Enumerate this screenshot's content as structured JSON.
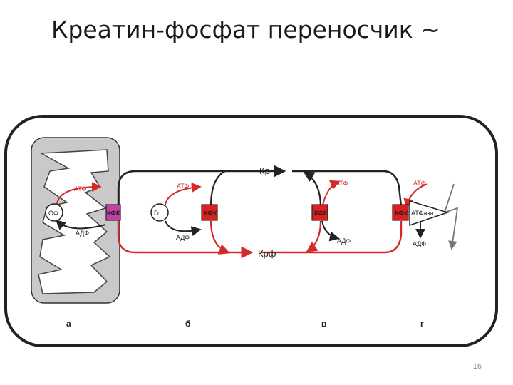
{
  "title": "Креатин-фосфат переносчик ~",
  "page_number": "16",
  "labels": {
    "kr": "Кр",
    "krf": "Крф",
    "atf": "АТФ",
    "adf": "АДФ",
    "of": "ОФ",
    "gl": "Гл",
    "kfk": "КФК",
    "atfase": "АТФаза"
  },
  "sections": [
    "а",
    "б",
    "в",
    "г"
  ],
  "colors": {
    "red": "#d42a2a",
    "dark": "#222222",
    "enzyme_red": "#e01e1e",
    "enzyme_magenta": "#c43fa8",
    "mito_fill": "#c9c9c9"
  }
}
